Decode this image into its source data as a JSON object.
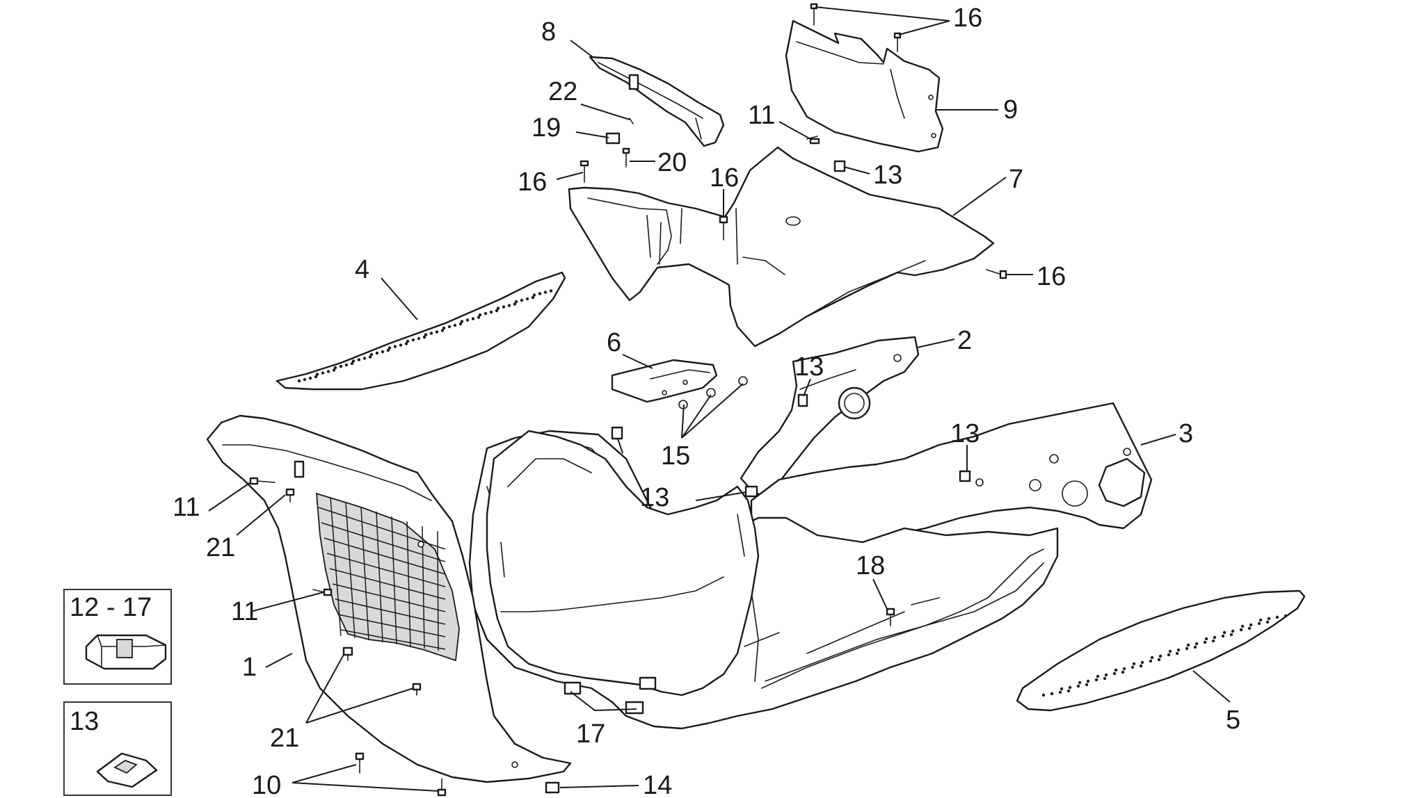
{
  "diagram": {
    "labels": {
      "p1": "1",
      "p2": "2",
      "p3": "3",
      "p4": "4",
      "p5": "5",
      "p6": "6",
      "p7": "7",
      "p8": "8",
      "p9": "9",
      "p10": "10",
      "p11a": "11",
      "p11b": "11",
      "p11c": "11",
      "p13a": "13",
      "p13b": "13",
      "p13c": "13",
      "p13d": "13",
      "p14": "14",
      "p15": "15",
      "p16a": "16",
      "p16b": "16",
      "p16c": "16",
      "p16d": "16",
      "p17": "17",
      "p18": "18",
      "p19": "19",
      "p20": "20",
      "p21a": "21",
      "p21b": "21",
      "p22": "22"
    },
    "insets": {
      "clip_nut": "12 - 17",
      "speed_nut": "13"
    }
  }
}
